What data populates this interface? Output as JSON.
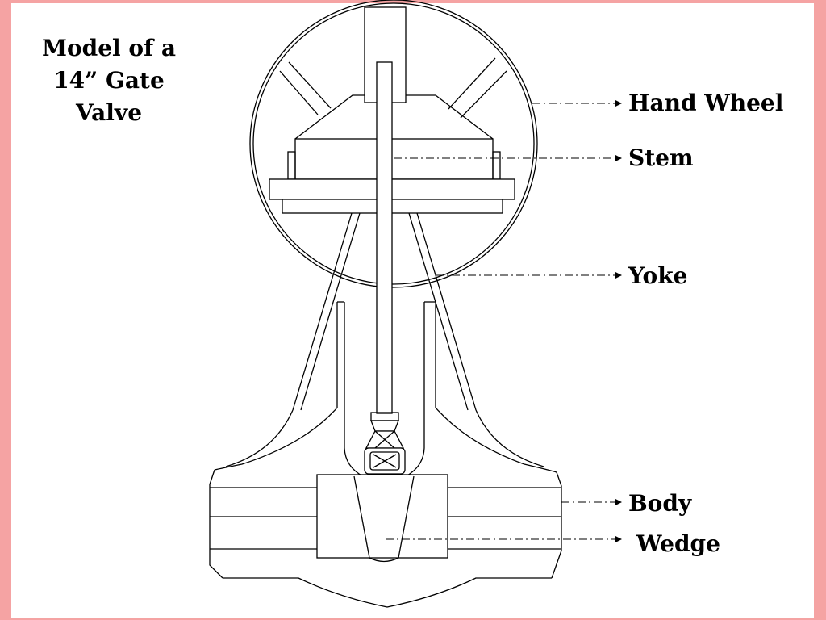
{
  "slide": {
    "title_lines": [
      "Model of a",
      "14” Gate",
      "Valve"
    ],
    "colors": {
      "border": "#f5a3a3",
      "background": "#ffffff",
      "ink": "#000000"
    }
  },
  "labels": {
    "hand_wheel": "Hand Wheel",
    "stem": "Stem",
    "yoke": "Yoke",
    "body": "Body",
    "wedge": "Wedge"
  }
}
